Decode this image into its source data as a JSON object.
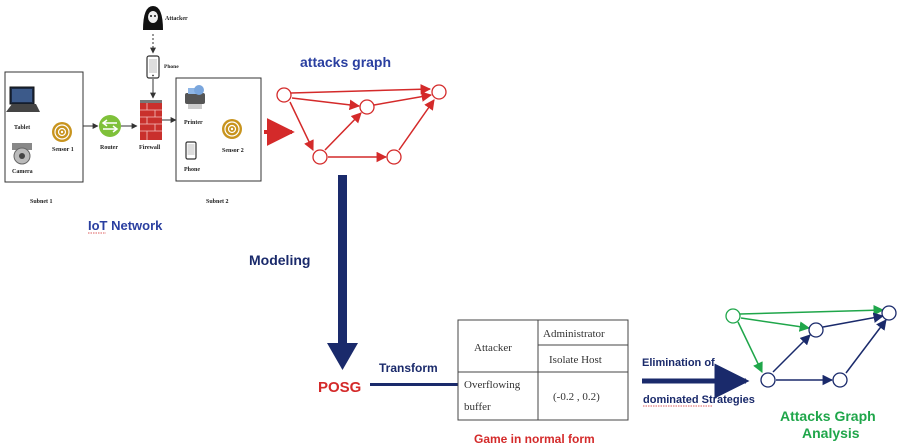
{
  "iot_network": {
    "title": "IoT Network",
    "subnet1_label": "Subnet 1",
    "subnet2_label": "Subnet 2",
    "devices": {
      "tablet": "Tablet",
      "camera": "Camera",
      "sensor1": "Sensor 1",
      "router": "Router",
      "firewall": "Firewall",
      "attacker": "Attacker",
      "phone_top": "Phone",
      "printer": "Printer",
      "phone_subnet2": "Phone",
      "sensor2": "Sensor 2"
    }
  },
  "attacks_graph": {
    "title": "attacks graph"
  },
  "modeling_label": "Modeling",
  "posg_label": "POSG",
  "transform_label": "Transform",
  "normal_form_table": {
    "caption": "Game in normal form",
    "row_header": "Attacker",
    "col_header": "Administrator",
    "col_action": "Isolate Host",
    "row_action_line1": "Overflowing",
    "row_action_line2": "buffer",
    "payoff": "(-0.2 , 0.2)"
  },
  "elimination_line1": "Elimination of",
  "elimination_line2": "dominated Strategies",
  "analysis_title_line1": "Attacks Graph",
  "analysis_title_line2": "Analysis",
  "colors": {
    "red": "#d42a2a",
    "navy": "#1a2a6b",
    "green": "#1fa64a",
    "blue_text": "#2a3fa0"
  }
}
